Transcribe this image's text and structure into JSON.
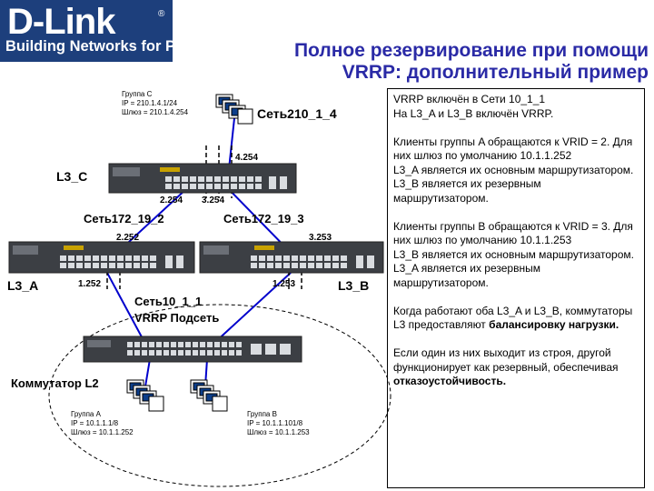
{
  "logo": {
    "brand": "D-Link",
    "registered": "®",
    "tagline": "Building Networks for People",
    "bg_color": "#1d3f7c"
  },
  "title": {
    "line1": "Полное резервирование при помощи",
    "line2": "VRRP: дополнительный пример",
    "color": "#2a2aa6"
  },
  "info": {
    "p1_line1": "VRRP включён в Сети 10_1_1",
    "p1_line2": "На L3_A и L3_B включён VRRP.",
    "p2": "Клиенты группы A обращаются к VRID = 2. Для них шлюз по умолчанию 10.1.1.252",
    "p2b": "L3_A является их основным маршрутизатором.",
    "p2c": "L3_B является их резервным маршрутизатором.",
    "p3": "Клиенты группы B обращаются к VRID = 3. Для них шлюз по умолчанию 10.1.1.253",
    "p3b": "L3_B является их основным маршрутизатором.",
    "p3c": "L3_A является их резервным маршрутизатором.",
    "p4_pre": "Когда работают оба L3_A и L3_B, коммутаторы L3 предоставляют",
    "p4_bold": "балансировку нагрузки.",
    "p5_pre": "Если один из них выходит из строя, другой функционирует как резервный, обеспечивая",
    "p5_bold": "отказоустойчивость."
  },
  "diagram": {
    "group_c": {
      "name": "Группа C",
      "ip": "IP = 210.1.4.1/24",
      "gw": "Шлюз = 210.1.4.254"
    },
    "net_210": "Сеть210_1_4",
    "ip_4_254": "4.254",
    "l3c": "L3_C",
    "ip_2_254": "2.254",
    "ip_3_254": "3.254",
    "net_172_2": "Сеть172_19_2",
    "net_172_3": "Сеть172_19_3",
    "ip_2_252": "2.252",
    "ip_3_253": "3.253",
    "l3a": "L3_A",
    "l3b": "L3_B",
    "ip_1_252": "1.252",
    "ip_1_253": "1.253",
    "net_10": "Сеть10_1_1",
    "vrrp_subnet": "VRRP Подсеть",
    "l2_switch": "Коммутатор L2",
    "group_a": {
      "name": "Группа A",
      "ip": "IP = 10.1.1.1/8",
      "gw": "Шлюз = 10.1.1.252"
    },
    "group_b": {
      "name": "Группа B",
      "ip": "IP = 10.1.1.101/8",
      "gw": "Шлюз = 10.1.1.253"
    },
    "line_color": "#0000cc"
  }
}
